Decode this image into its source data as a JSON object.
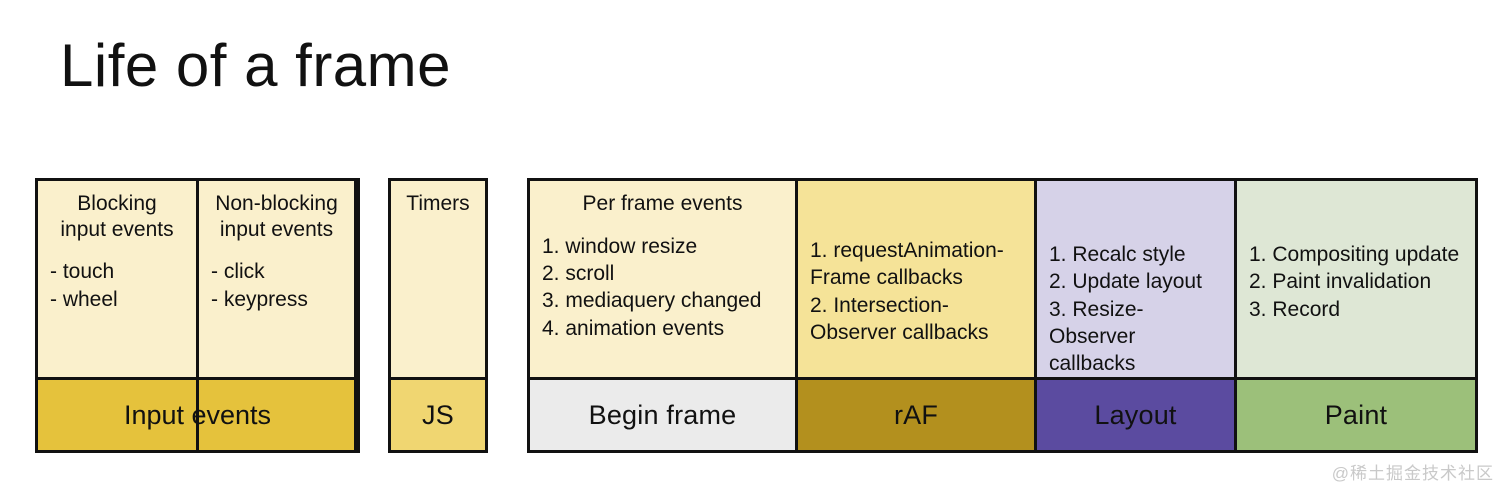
{
  "page": {
    "title": "Life of a frame",
    "watermark": "@稀土掘金技术社区",
    "background": "#ffffff"
  },
  "colors": {
    "border": "#111111",
    "cream": "#FAF0CC",
    "gold": "#E5C23C",
    "yellow": "#F5E398",
    "dark_gold": "#B3901E",
    "gray": "#EBEBEB",
    "lavender": "#D6D2E8",
    "purple": "#5B4BA0",
    "sage_light": "#DEE7D5",
    "sage": "#9CC07A"
  },
  "groups": [
    {
      "name": "input-events",
      "columns": [
        {
          "name": "blocking-input-events",
          "heading": "Blocking\ninput events",
          "items": [
            "- touch",
            "- wheel"
          ],
          "detail_color": "#FAF0CC"
        },
        {
          "name": "non-blocking-input-events",
          "heading": "Non-blocking\ninput events",
          "items": [
            "- click",
            "- keypress"
          ],
          "detail_color": "#FAF0CC"
        }
      ],
      "phase": {
        "label": "Input events",
        "color": "#E5C23C"
      }
    },
    {
      "name": "timers",
      "columns": [
        {
          "name": "timers",
          "heading": "Timers",
          "items": [],
          "detail_color": "#FAF0CC"
        }
      ],
      "phase": {
        "label": "JS",
        "color": "#F0D671"
      }
    },
    {
      "name": "frame-pipeline",
      "columns": [
        {
          "name": "per-frame-events",
          "heading": "Per frame events",
          "items": [
            "1. window resize",
            "2. scroll",
            "3. mediaquery changed",
            "4. animation events"
          ],
          "detail_color": "#FAF0CC"
        },
        {
          "name": "raf-callbacks",
          "heading": "",
          "items": [
            "1. requestAnimation-\nFrame callbacks",
            "2. Intersection-\nObserver callbacks"
          ],
          "detail_color": "#F5E398"
        },
        {
          "name": "layout-steps",
          "heading": "",
          "items": [
            "1. Recalc style",
            "2. Update layout",
            "3. Resize-\nObserver callbacks"
          ],
          "detail_color": "#D6D2E8"
        },
        {
          "name": "paint-steps",
          "heading": "",
          "items": [
            "1. Compositing update",
            "2. Paint invalidation",
            "3. Record"
          ],
          "detail_color": "#DEE7D5"
        }
      ],
      "phases": [
        {
          "label": "Begin frame",
          "color": "#EBEBEB"
        },
        {
          "label": "rAF",
          "color": "#B3901E"
        },
        {
          "label": "Layout",
          "color": "#5B4BA0"
        },
        {
          "label": "Paint",
          "color": "#9CC07A"
        }
      ]
    }
  ]
}
